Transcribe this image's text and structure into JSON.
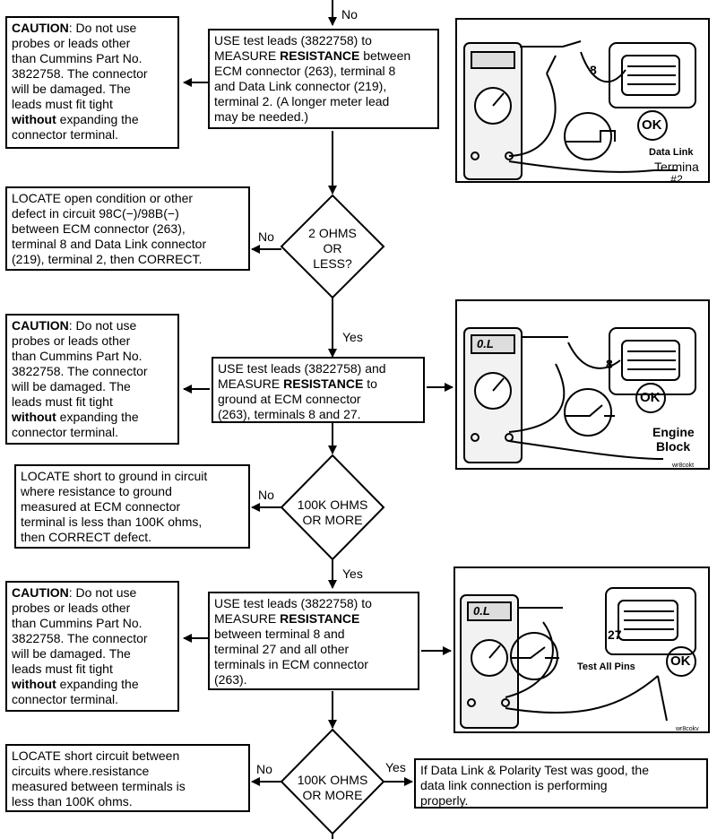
{
  "top_label": "No",
  "step1": {
    "caution_title": "CAUTION",
    "caution_pre": ": Do not use\nprobes or leads other\nthan Cummins Part No.\n3822758. The connector\nwill be damaged. The\nleads must fit tight\n",
    "caution_bold": "without",
    "caution_post": " expanding the\nconnector terminal.",
    "action_pre": "USE test leads (3822758) to\nMEASURE ",
    "action_bold": "RESISTANCE",
    "action_post": " between\nECM connector (263), terminal 8\nand Data Link connector (219),\nterminal 2. (A longer meter lead\nmay be needed.)"
  },
  "decision1": {
    "text": "2 OHMS\nOR\nLESS?",
    "no": "No",
    "yes": "Yes",
    "no_action": "LOCATE open condition or other\ndefect in circuit 98C(−)/98B(−)\nbetween ECM connector (263),\nterminal 8 and Data Link connector\n(219), terminal 2, then CORRECT."
  },
  "step2": {
    "caution_title": "CAUTION",
    "caution_pre": ": Do not use\nprobes or leads other\nthan Cummins Part No.\n3822758. The connector\nwill be damaged. The\nleads must fit tight\n",
    "caution_bold": "without",
    "caution_post": " expanding the\nconnector terminal.",
    "action_pre": "USE test leads (3822758) and\nMEASURE ",
    "action_bold": "RESISTANCE",
    "action_post": " to\nground at ECM connector\n(263), terminals 8 and 27."
  },
  "decision2": {
    "text": "100K OHMS\nOR MORE",
    "no": "No",
    "yes": "Yes",
    "no_action": "LOCATE short to ground in circuit\nwhere resistance to ground\nmeasured at ECM connector\nterminal is less than 100K ohms,\nthen CORRECT defect."
  },
  "step3": {
    "caution_title": "CAUTION",
    "caution_pre": ": Do not use\nprobes or leads other\nthan Cummins Part No.\n3822758. The connector\nwill be damaged. The\nleads must fit tight\n",
    "caution_bold": "without",
    "caution_post": " expanding the\nconnector terminal.",
    "action_pre": "USE test leads (3822758) to\nMEASURE ",
    "action_bold": "RESISTANCE",
    "action_post": "\nbetween terminal 8 and\nterminal 27 and all other\nterminals in ECM connector\n(263)."
  },
  "decision3": {
    "text": "100K OHMS\nOR MORE",
    "no": "No",
    "yes": "Yes",
    "no_action": "LOCATE short circuit between\ncircuits where.resistance\nmeasured between terminals is\nless than 100K ohms.",
    "yes_action": "If Data Link & Polarity Test was good, the\ndata link connection is performing\nproperly."
  },
  "illus1": {
    "pin": "8",
    "ok": "OK",
    "label1": "Data Link",
    "label2": "Termina",
    "label3": "#2"
  },
  "illus2": {
    "pin": "8",
    "ok": "OK",
    "display": "0.L",
    "label1": "Engine",
    "label2": "Block",
    "code": "wr8cokt"
  },
  "illus3": {
    "pin": "27",
    "ok": "OK",
    "display": "0.L",
    "label1": "Test All Pins",
    "code": "wr8cokv"
  }
}
